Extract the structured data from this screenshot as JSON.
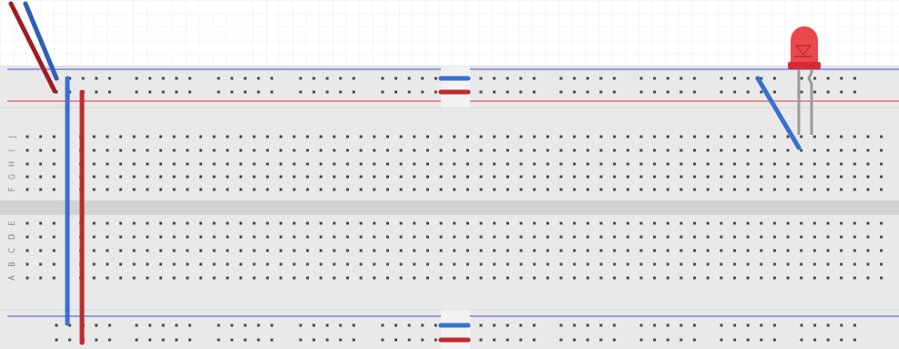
{
  "diagram": {
    "labels": [
      "J",
      "I",
      "H",
      "G",
      "F",
      "E",
      "D",
      "C",
      "B",
      "A"
    ]
  }
}
